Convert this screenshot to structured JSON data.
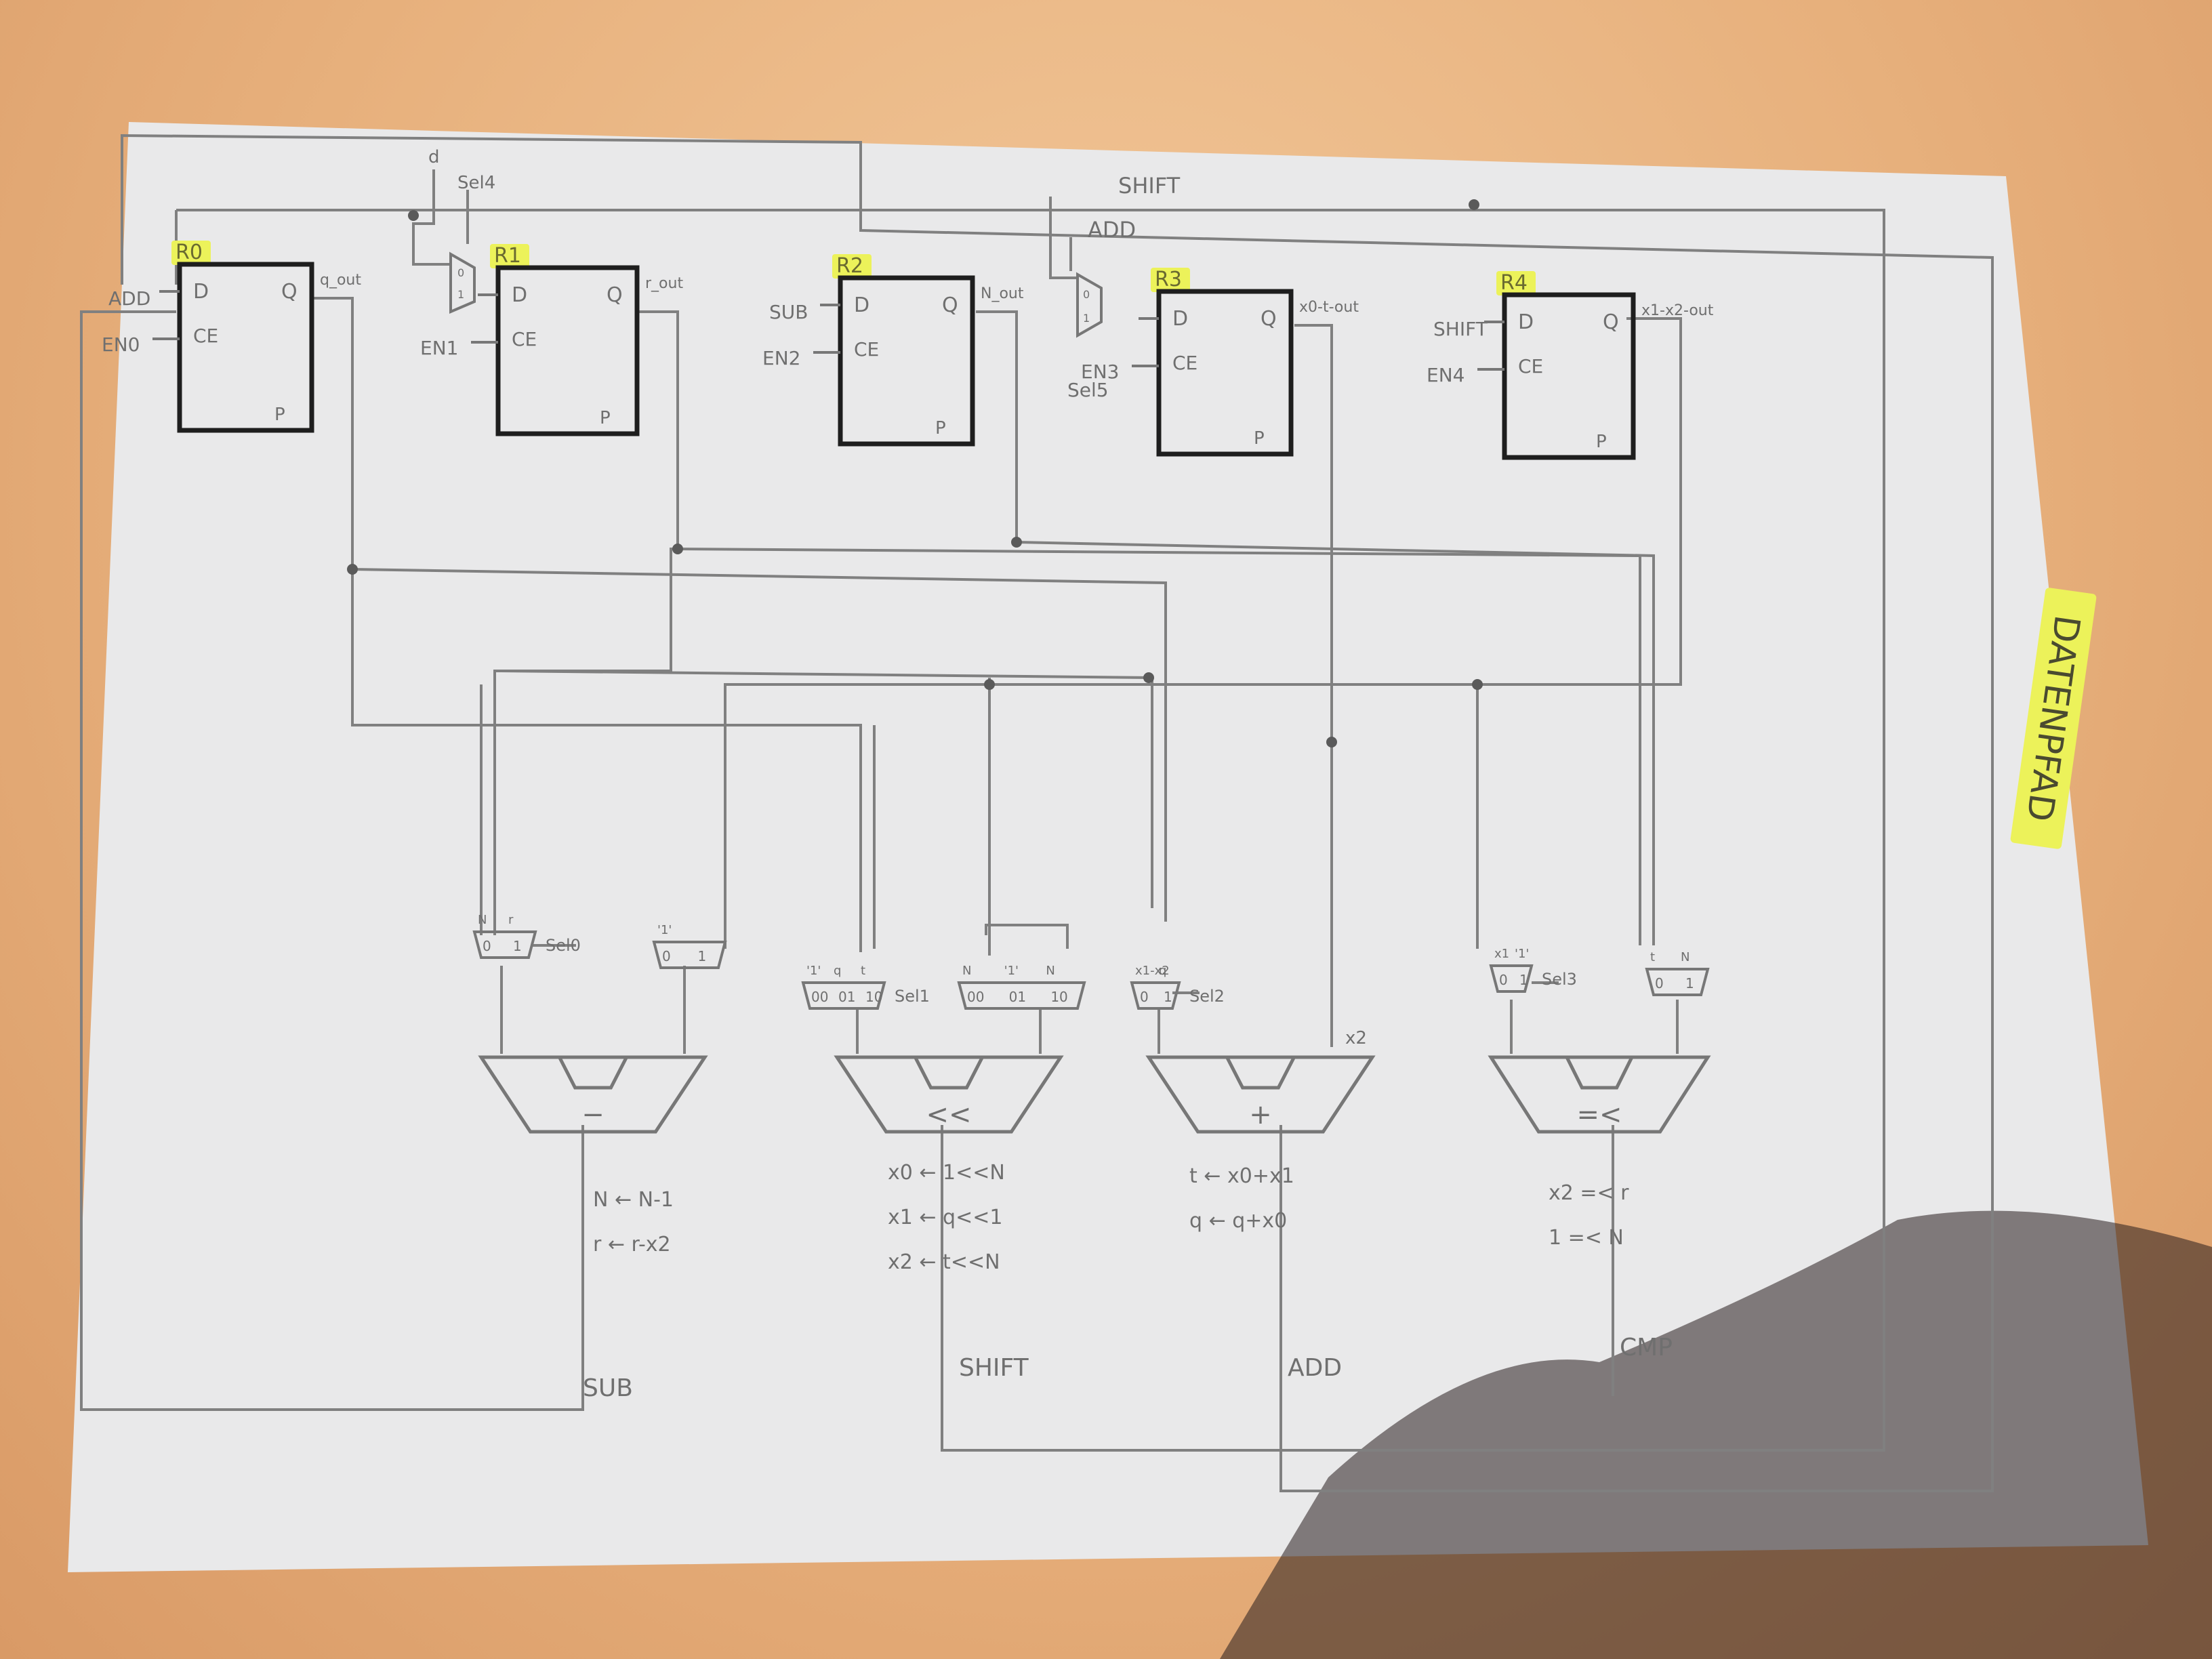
{
  "title": "DATENPFAD",
  "colors": {
    "paper": "#e9e9ea",
    "pencil": "#777777",
    "ink": "#1e1e1e",
    "highlight": "#ecf25a",
    "background": "#e7b07c"
  },
  "registers": [
    {
      "name": "R0",
      "d": "D",
      "q": "Q",
      "ce": "CE",
      "p": "P",
      "in_label": "ADD",
      "en_label": "EN0",
      "out_label": "q_out"
    },
    {
      "name": "R1",
      "d": "D",
      "q": "Q",
      "ce": "CE",
      "p": "P",
      "in_label": "",
      "en_label": "EN1",
      "out_label": "r_out"
    },
    {
      "name": "R2",
      "d": "D",
      "q": "Q",
      "ce": "CE",
      "p": "P",
      "in_label": "SUB",
      "en_label": "EN2",
      "out_label": "N_out"
    },
    {
      "name": "R3",
      "d": "D",
      "q": "Q",
      "ce": "CE",
      "p": "P",
      "in_label": "",
      "en_label": "EN3",
      "out_label": "x0-t-out"
    },
    {
      "name": "R4",
      "d": "D",
      "q": "Q",
      "ce": "CE",
      "p": "P",
      "in_label": "SHIFT",
      "en_label": "EN4",
      "out_label": "x1-x2-out"
    }
  ],
  "top_muxes": [
    {
      "sel": "Sel4",
      "input": "d",
      "ports": [
        "0",
        "1"
      ]
    },
    {
      "sel": "Sel5",
      "input": "",
      "ports": [
        "0",
        "1"
      ]
    }
  ],
  "top_buses": [
    "SHIFT",
    "ADD"
  ],
  "bottom_muxes": [
    {
      "sel": "Sel0",
      "inputs": [
        "N",
        "r"
      ],
      "ports": [
        "0",
        "1"
      ]
    },
    {
      "sel": "",
      "inputs": [
        "'1'"
      ],
      "ports": [
        "0",
        "1"
      ]
    },
    {
      "sel": "Sel1",
      "inputs": [
        "'1'",
        "q",
        "t"
      ],
      "ports": [
        "00",
        "01",
        "10"
      ]
    },
    {
      "sel": "",
      "inputs": [
        "N",
        "'1'",
        "N"
      ],
      "ports": [
        "00",
        "01",
        "10"
      ]
    },
    {
      "sel": "Sel2",
      "inputs": [
        "x1-x2",
        "q"
      ],
      "ports": [
        "0",
        "1"
      ]
    },
    {
      "sel": "Sel3",
      "inputs": [
        "x1",
        "'1'"
      ],
      "ports": [
        "0",
        "1"
      ]
    },
    {
      "sel": "",
      "inputs": [
        "t",
        "N"
      ],
      "ports": [
        "0",
        "1"
      ]
    }
  ],
  "alus": [
    {
      "op": "−",
      "ops": [
        "N ← N-1",
        "r ← r-x2"
      ],
      "bus": "SUB"
    },
    {
      "op": "<<",
      "ops": [
        "x0 ← 1<<N",
        "x1 ← q<<1",
        "x2 ← t<<N"
      ],
      "bus": "SHIFT"
    },
    {
      "op": "+",
      "ops": [
        "t ← x0+x1",
        "q ← q+x0"
      ],
      "bus": "ADD",
      "extra_in": "x2"
    },
    {
      "op": "=<",
      "ops": [
        "x2 =< r",
        "1 =< N"
      ],
      "bus": "CMP"
    }
  ]
}
